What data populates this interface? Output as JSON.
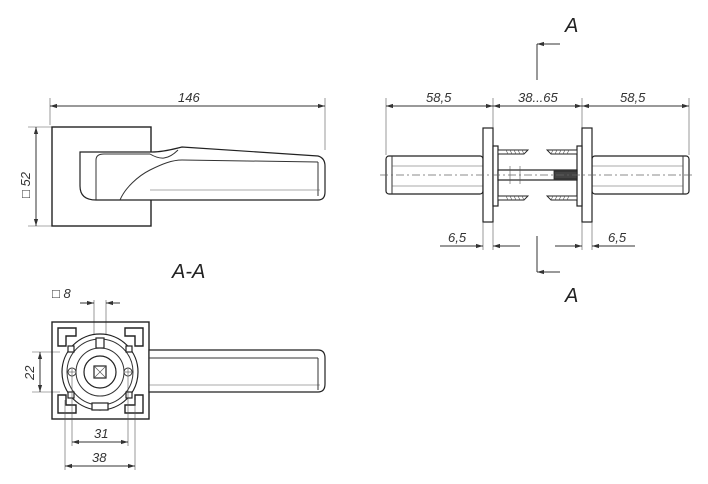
{
  "front_view": {
    "width_dim": "146",
    "rose_dim": "□ 52"
  },
  "side_view": {
    "left_len": "58,5",
    "door_range": "38...65",
    "right_len": "58,5",
    "rose_thick_left": "6,5",
    "rose_thick_right": "6,5",
    "section_top": "A",
    "section_bottom": "A"
  },
  "section_view": {
    "title": "A-A",
    "square_dim": "□ 8",
    "height_dim": "22",
    "inner_dim": "31",
    "outer_dim": "38"
  }
}
